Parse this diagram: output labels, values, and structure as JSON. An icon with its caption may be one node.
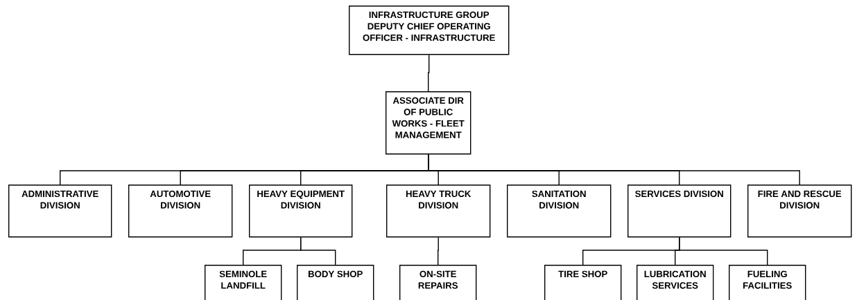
{
  "diagram": {
    "nodes": [
      {
        "text": [
          "INFRASTRUCTURE GROUP DEPUTY CHIEF OPERATING OFFICER - INFRASTRUCTURE"
        ]
      },
      {
        "text": [
          "ASSOCIATE DIR OF PUBLIC WORKS - FLEET MANAGEMENT"
        ]
      },
      {
        "text": [
          "ADMINISTRATIVE DIVISION"
        ]
      },
      {
        "text": [
          "AUTOMOTIVE DIVISION"
        ]
      },
      {
        "text": [
          "HEAVY EQUIPMENT DIVISION"
        ]
      },
      {
        "text": [
          "HEAVY TRUCK DIVISION"
        ]
      },
      {
        "text": [
          "SANITATION DIVISION"
        ]
      },
      {
        "text": [
          "SERVICES DIVISION"
        ]
      },
      {
        "text": [
          "FIRE AND RESCUE DIVISION"
        ]
      },
      {
        "text": [
          "SEMINOLE LANDFILL"
        ]
      },
      {
        "text": [
          "BODY SHOP"
        ]
      },
      {
        "text": [
          "ON-SITE REPAIRS"
        ]
      },
      {
        "text": [
          "TIRE SHOP"
        ]
      },
      {
        "text": [
          "LUBRICATION SERVICES"
        ]
      },
      {
        "text": [
          "FUELING FACILITIES"
        ]
      }
    ],
    "edges": [
      {
        "from": 0,
        "to": 1,
        "arrow": "none"
      },
      {
        "from": 1,
        "to": 2,
        "arrow": "none"
      },
      {
        "from": 1,
        "to": 3,
        "arrow": "none"
      },
      {
        "from": 1,
        "to": 4,
        "arrow": "none"
      },
      {
        "from": 1,
        "to": 5,
        "arrow": "none"
      },
      {
        "from": 1,
        "to": 6,
        "arrow": "none"
      },
      {
        "from": 1,
        "to": 7,
        "arrow": "none"
      },
      {
        "from": 1,
        "to": 8,
        "arrow": "none"
      },
      {
        "from": 4,
        "to": 9,
        "arrow": "none"
      },
      {
        "from": 4,
        "to": 10,
        "arrow": "none"
      },
      {
        "from": 5,
        "to": 11,
        "arrow": "none"
      },
      {
        "from": 7,
        "to": 12,
        "arrow": "none"
      },
      {
        "from": 7,
        "to": 13,
        "arrow": "none"
      },
      {
        "from": 7,
        "to": 14,
        "arrow": "none"
      }
    ]
  }
}
